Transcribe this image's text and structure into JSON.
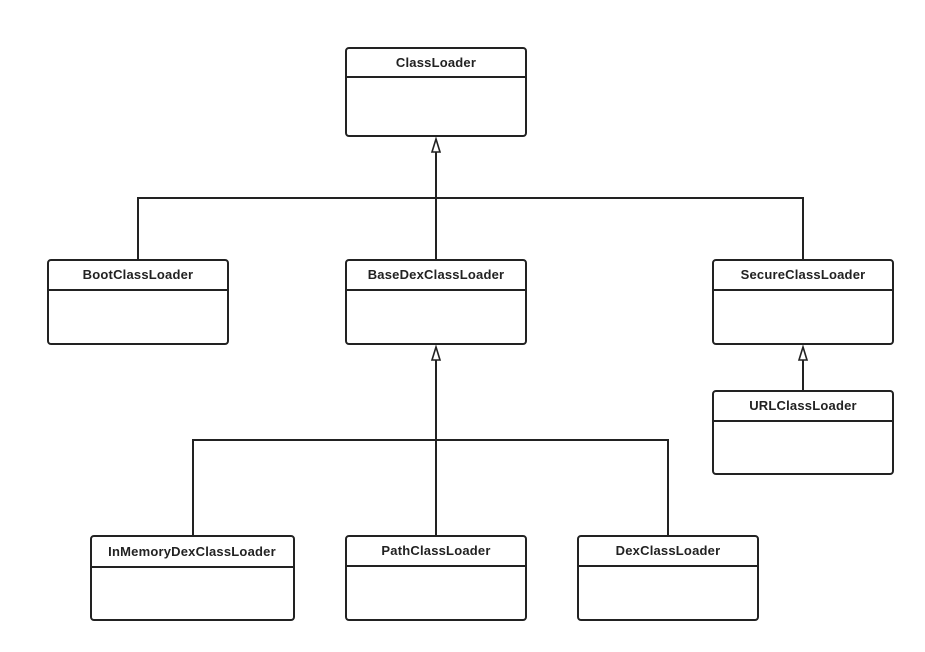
{
  "diagram": {
    "type": "uml-class-hierarchy",
    "classes": {
      "classloader": "ClassLoader",
      "bootclassloader": "BootClassLoader",
      "basedexclassloader": "BaseDexClassLoader",
      "secureclassloader": "SecureClassLoader",
      "urlclassloader": "URLClassLoader",
      "inmemorydexclassloader": "InMemoryDexClassLoader",
      "pathclassloader": "PathClassLoader",
      "dexclassloader": "DexClassLoader"
    },
    "inheritance": [
      {
        "child": "bootclassloader",
        "parent": "classloader"
      },
      {
        "child": "basedexclassloader",
        "parent": "classloader"
      },
      {
        "child": "secureclassloader",
        "parent": "classloader"
      },
      {
        "child": "urlclassloader",
        "parent": "secureclassloader"
      },
      {
        "child": "inmemorydexclassloader",
        "parent": "basedexclassloader"
      },
      {
        "child": "pathclassloader",
        "parent": "basedexclassloader"
      },
      {
        "child": "dexclassloader",
        "parent": "basedexclassloader"
      }
    ]
  }
}
